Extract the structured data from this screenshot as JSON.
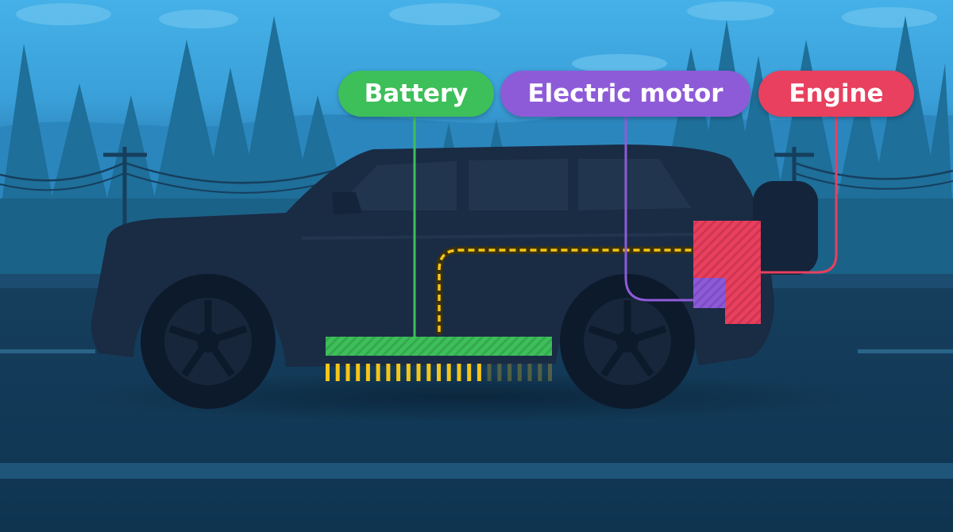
{
  "labels": {
    "battery": "Battery",
    "electric_motor": "Electric motor",
    "engine": "Engine"
  },
  "battery_charge": {
    "lit_bars": 16,
    "total_bars": 23
  },
  "colors": {
    "battery": "#3dbf5a",
    "electric_motor": "#8e5bd8",
    "engine": "#e8405e",
    "energy_flow": "#f5c518",
    "sky": "#3fa8e0",
    "trees": "#1e6f99",
    "vehicle": "#1a2b44",
    "road": "#0f3a57"
  },
  "icons": {
    "vehicle": "suv-silhouette",
    "battery": "battery-pack",
    "motor": "electric-motor-block",
    "engine": "engine-block"
  }
}
